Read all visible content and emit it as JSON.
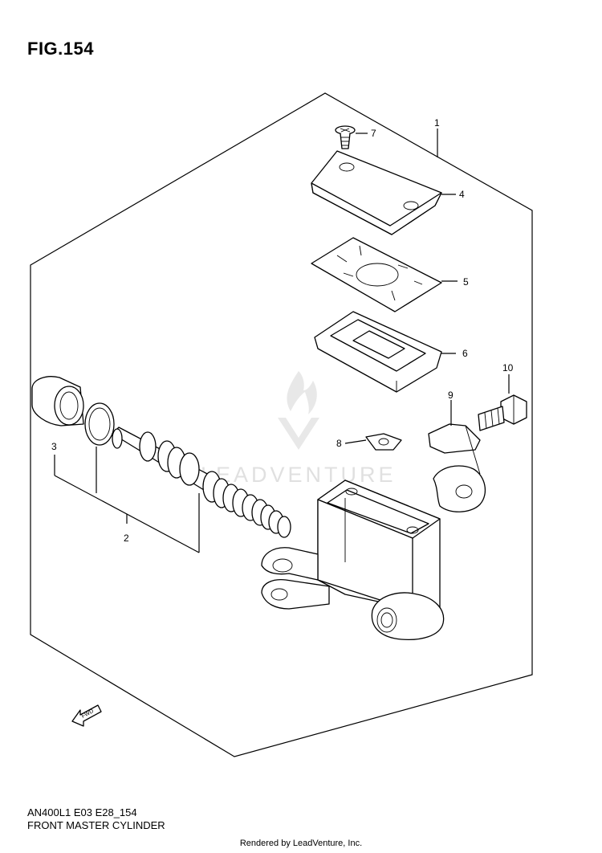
{
  "figure": {
    "title": "FIG.154"
  },
  "parts": [
    {
      "no": "1"
    },
    {
      "no": "2"
    },
    {
      "no": "3"
    },
    {
      "no": "4"
    },
    {
      "no": "5"
    },
    {
      "no": "6"
    },
    {
      "no": "7"
    },
    {
      "no": "8"
    },
    {
      "no": "9"
    },
    {
      "no": "10"
    }
  ],
  "direction_marker": {
    "label": "FWD",
    "icon": "fwd-arrow-icon"
  },
  "watermark": {
    "text": "LEADVENTURE"
  },
  "model_code": "AN400L1 E03 E28_154",
  "caption": "FRONT MASTER CYLINDER",
  "footer": "Rendered by LeadVenture, Inc."
}
